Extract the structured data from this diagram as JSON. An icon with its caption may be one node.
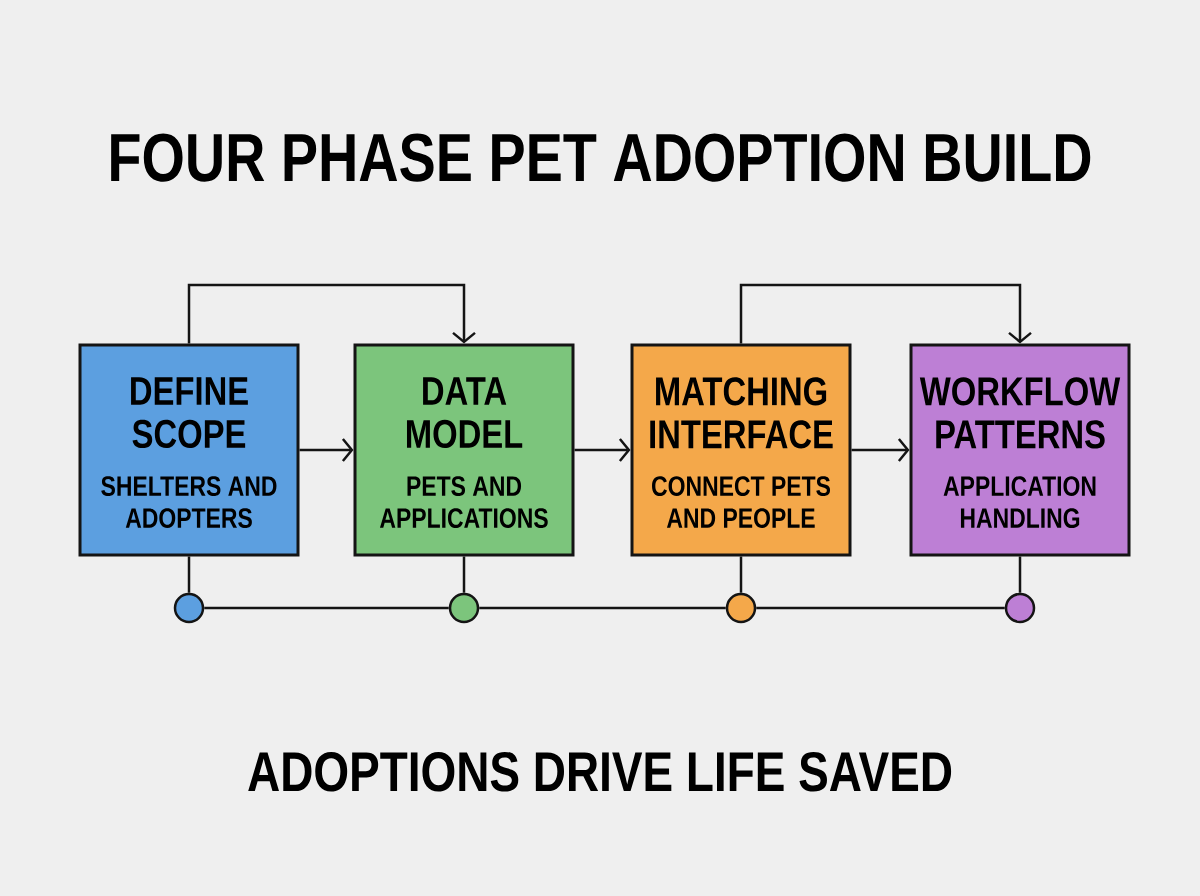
{
  "diagram": {
    "title": "FOUR PHASE PET ADOPTION BUILD",
    "caption": "ADOPTIONS DRIVE LIFE SAVED",
    "nodes": [
      {
        "text": [
          "DEFINE SCOPE",
          "SHELTERS AND ADOPTERS"
        ]
      },
      {
        "text": [
          "DATA MODEL",
          "PETS AND APPLICATIONS"
        ]
      },
      {
        "text": [
          "MATCHING INTERFACE",
          "CONNECT PETS AND PEOPLE"
        ]
      },
      {
        "text": [
          "WORKFLOW PATTERNS",
          "APPLICATION HANDLING"
        ]
      },
      {
        "text": [],
        "shape": "circle"
      },
      {
        "text": [],
        "shape": "circle"
      },
      {
        "text": [],
        "shape": "circle"
      },
      {
        "text": [],
        "shape": "circle"
      }
    ],
    "edges": [
      {
        "from": 0,
        "to": 1,
        "arrow": "to"
      },
      {
        "from": 1,
        "to": 2,
        "arrow": "to"
      },
      {
        "from": 2,
        "to": 3,
        "arrow": "to"
      },
      {
        "from": 0,
        "to": 1,
        "arrow": "to"
      },
      {
        "from": 2,
        "to": 3,
        "arrow": "to"
      },
      {
        "from": 0,
        "to": 4,
        "arrow": "none"
      },
      {
        "from": 1,
        "to": 5,
        "arrow": "none"
      },
      {
        "from": 2,
        "to": 6,
        "arrow": "none"
      },
      {
        "from": 3,
        "to": 7,
        "arrow": "none"
      },
      {
        "from": 4,
        "to": 5,
        "arrow": "none"
      },
      {
        "from": 5,
        "to": 6,
        "arrow": "none"
      },
      {
        "from": 6,
        "to": 7,
        "arrow": "none"
      }
    ]
  }
}
